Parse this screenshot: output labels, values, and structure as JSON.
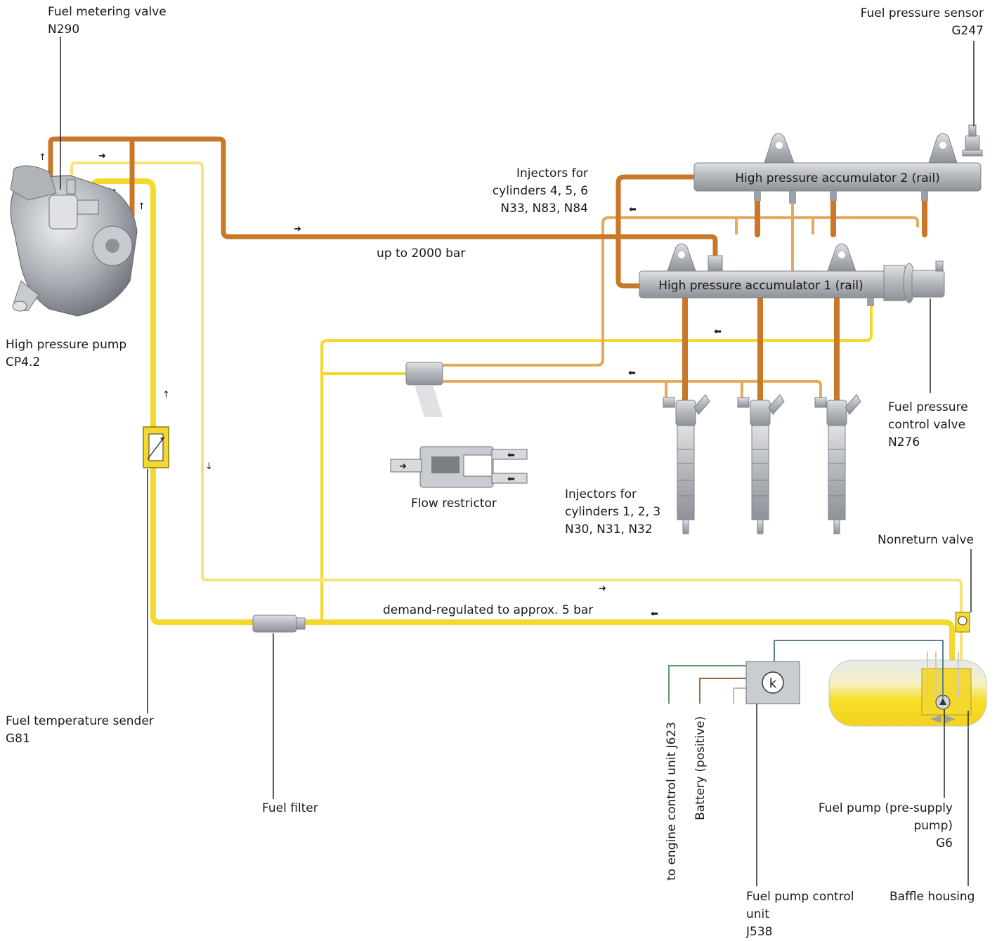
{
  "colors": {
    "high_pressure": "#c9782a",
    "return_line": "#e4a95a",
    "supply_line": "#f4d82e",
    "metal": "#b9bcc1",
    "wire_green": "#5f9a6a",
    "wire_brown": "#a0694a",
    "wire_blue": "#5a7f95"
  },
  "labels": {
    "fuel_metering_valve": [
      "Fuel metering valve",
      "N290"
    ],
    "fuel_pressure_sensor": [
      "Fuel pressure sensor",
      "G247"
    ],
    "high_pressure_pump": [
      "High pressure pump",
      "CP4.2"
    ],
    "injectors_456": [
      "Injectors for",
      "cylinders 4, 5, 6",
      "N33, N83, N84"
    ],
    "up_to_2000_bar": "up to 2000 bar",
    "rail_2": "High pressure accumulator 2 (rail)",
    "rail_1": "High pressure accumulator 1 (rail)",
    "fuel_pressure_control_valve": [
      "Fuel pressure",
      "control valve",
      "N276"
    ],
    "flow_restrictor": "Flow restrictor",
    "injectors_123": [
      "Injectors for",
      "cylinders 1, 2, 3",
      "N30, N31, N32"
    ],
    "nonreturn_valve": "Nonreturn valve",
    "demand_regulated": "demand-regulated to approx. 5 bar",
    "fuel_temperature_sender": [
      "Fuel temperature sender",
      "G81"
    ],
    "fuel_filter": "Fuel filter",
    "to_engine_control_unit": "to engine control unit J623",
    "battery_positive": "Battery (positive)",
    "fuel_pump_g6": [
      "Fuel pump (pre-supply",
      "pump)",
      "G6"
    ],
    "fuel_pump_control_unit": [
      "Fuel pump control",
      "unit",
      "J538"
    ],
    "baffle_housing": "Baffle housing",
    "control_unit_symbol": "k"
  },
  "arrow_glyphs": {
    "right": "➜",
    "left": "⬅",
    "up": "↑",
    "down": "↓"
  },
  "icons": [
    "pump-icon",
    "rail-icon",
    "injector-icon",
    "sender-icon",
    "filter-icon",
    "valve-icon",
    "tank-icon",
    "control-unit-icon"
  ]
}
